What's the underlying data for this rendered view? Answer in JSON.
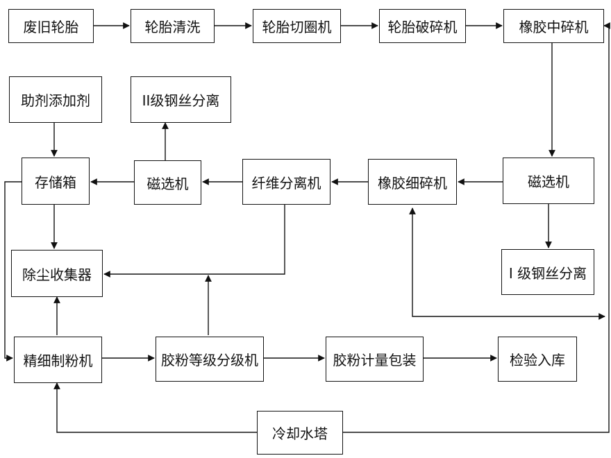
{
  "nodes": {
    "waste_tire": "废旧轮胎",
    "tire_washing": "轮胎清洗",
    "tire_ring_cutter": "轮胎切圈机",
    "tire_crusher": "轮胎破碎机",
    "rubber_medium_crusher": "橡胶中碎机",
    "additive_agent": "助剂添加剂",
    "steel_wire_sep_2": "II级钢丝分离",
    "magnetic_separator_1": "磁选机",
    "magnetic_separator_2": "磁选机",
    "fiber_separator": "纤维分离机",
    "rubber_fine_crusher": "橡胶细碎机",
    "storage_tank": "存储箱",
    "steel_wire_sep_1": "I 级钢丝分离",
    "dust_collector": "除尘收集器",
    "fine_powder_mill": "精细制粉机",
    "powder_grader": "胶粉等级分级机",
    "powder_packaging": "胶粉计量包装",
    "inspection_storage": "检验入库",
    "cooling_tower": "冷却水塔"
  },
  "colors": {
    "stroke": "#111111",
    "background": "#ffffff"
  }
}
